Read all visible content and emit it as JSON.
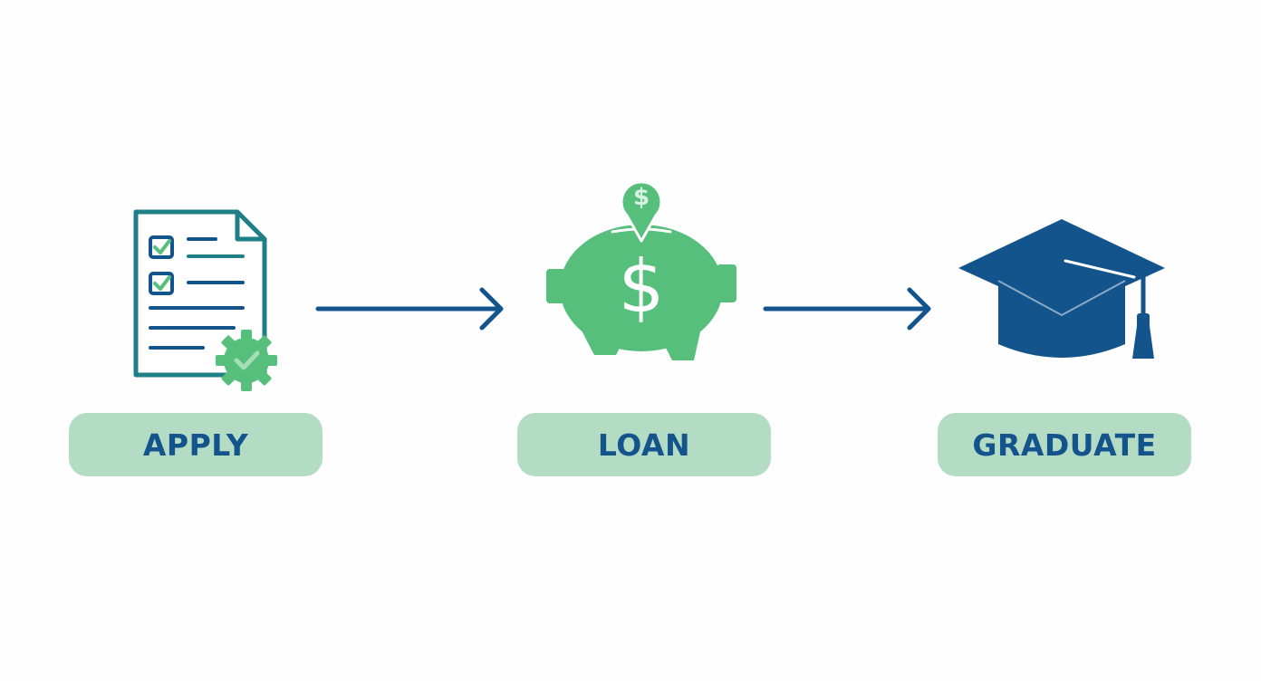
{
  "colors": {
    "navy": "#14548c",
    "teal": "#1f7f86",
    "green": "#56bf7b",
    "pill_bg": "#b4dcc4",
    "pill_text": "#14548c"
  },
  "steps": [
    {
      "label": "APPLY",
      "icon": "application-form-icon"
    },
    {
      "label": "LOAN",
      "icon": "piggy-bank-icon"
    },
    {
      "label": "GRADUATE",
      "icon": "graduation-cap-icon"
    }
  ],
  "piggy": {
    "coin_symbol": "$",
    "body_symbol": "$"
  }
}
